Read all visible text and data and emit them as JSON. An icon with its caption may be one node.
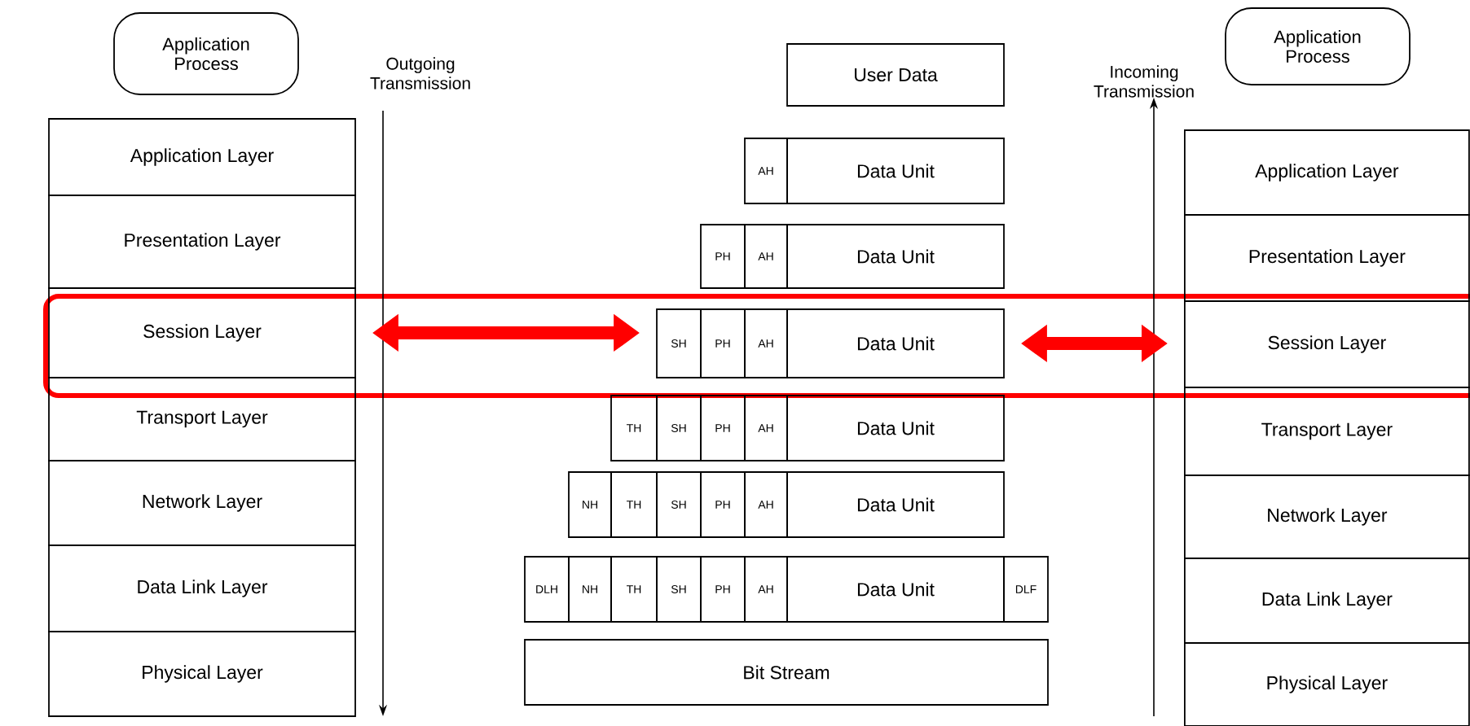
{
  "diagram": {
    "nodes": [
      {
        "text": [
          "Application Process"
        ]
      },
      {
        "text": [
          "Application Layer"
        ]
      },
      {
        "text": [
          "Presentation Layer"
        ]
      },
      {
        "text": [
          "Session Layer"
        ]
      },
      {
        "text": [
          "Transport Layer"
        ]
      },
      {
        "text": [
          "Network Layer"
        ]
      },
      {
        "text": [
          "Data Link Layer"
        ]
      },
      {
        "text": [
          "Physical Layer"
        ]
      },
      {
        "text": [
          "User Data"
        ]
      },
      {
        "text": [
          "AH"
        ]
      },
      {
        "text": [
          "Data Unit"
        ]
      },
      {
        "text": [
          "PH"
        ]
      },
      {
        "text": [
          "AH"
        ]
      },
      {
        "text": [
          "Data Unit"
        ]
      },
      {
        "text": [
          "SH"
        ]
      },
      {
        "text": [
          "PH"
        ]
      },
      {
        "text": [
          "AH"
        ]
      },
      {
        "text": [
          "Data Unit"
        ]
      },
      {
        "text": [
          "TH"
        ]
      },
      {
        "text": [
          "SH"
        ]
      },
      {
        "text": [
          "PH"
        ]
      },
      {
        "text": [
          "AH"
        ]
      },
      {
        "text": [
          "Data Unit"
        ]
      },
      {
        "text": [
          "NH"
        ]
      },
      {
        "text": [
          "TH"
        ]
      },
      {
        "text": [
          "SH"
        ]
      },
      {
        "text": [
          "PH"
        ]
      },
      {
        "text": [
          "AH"
        ]
      },
      {
        "text": [
          "Data Unit"
        ]
      },
      {
        "text": [
          "DLH"
        ]
      },
      {
        "text": [
          "NH"
        ]
      },
      {
        "text": [
          "TH"
        ]
      },
      {
        "text": [
          "SH"
        ]
      },
      {
        "text": [
          "PH"
        ]
      },
      {
        "text": [
          "AH"
        ]
      },
      {
        "text": [
          "Data Unit"
        ]
      },
      {
        "text": [
          "DLF"
        ]
      },
      {
        "text": [
          "Bit Stream"
        ]
      },
      {
        "text": [
          "Application Process"
        ]
      },
      {
        "text": [
          "Application Layer"
        ]
      },
      {
        "text": [
          "Presentation Layer"
        ]
      },
      {
        "text": [
          "Session Layer"
        ]
      },
      {
        "text": [
          "Transport Layer"
        ]
      },
      {
        "text": [
          "Network Layer"
        ]
      },
      {
        "text": [
          "Data Link Layer"
        ]
      },
      {
        "text": [
          "Physical Layer"
        ]
      }
    ],
    "edges": [
      {
        "from": 3,
        "to": 14,
        "arrow": "both"
      },
      {
        "from": 17,
        "to": 41,
        "arrow": "both"
      }
    ],
    "labels": [
      "Outgoing Transmission",
      "Incoming Transmission"
    ]
  }
}
